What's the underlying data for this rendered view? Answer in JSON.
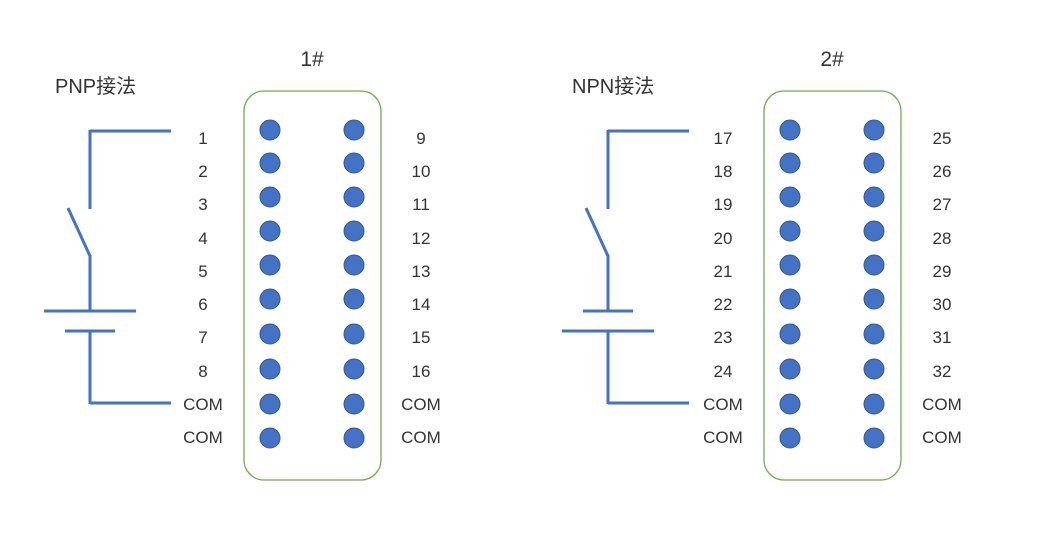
{
  "colors": {
    "wire": "#4472c4",
    "pin_fill": "#4472c4",
    "pin_stroke": "#2f5597",
    "frame": "#70ad47",
    "text": "#333333"
  },
  "diagrams": [
    {
      "title": "PNP接法",
      "panel_title": "1#",
      "left_labels": [
        "1",
        "2",
        "3",
        "4",
        "5",
        "6",
        "7",
        "8",
        "COM",
        "COM"
      ],
      "right_labels": [
        "9",
        "10",
        "11",
        "12",
        "13",
        "14",
        "15",
        "16",
        "COM",
        "COM"
      ],
      "battery": "long-plate-top"
    },
    {
      "title": "NPN接法",
      "panel_title": "2#",
      "left_labels": [
        "17",
        "18",
        "19",
        "20",
        "21",
        "22",
        "23",
        "24",
        "COM",
        "COM"
      ],
      "right_labels": [
        "25",
        "26",
        "27",
        "28",
        "29",
        "30",
        "31",
        "32",
        "COM",
        "COM"
      ],
      "battery": "short-plate-top"
    }
  ]
}
